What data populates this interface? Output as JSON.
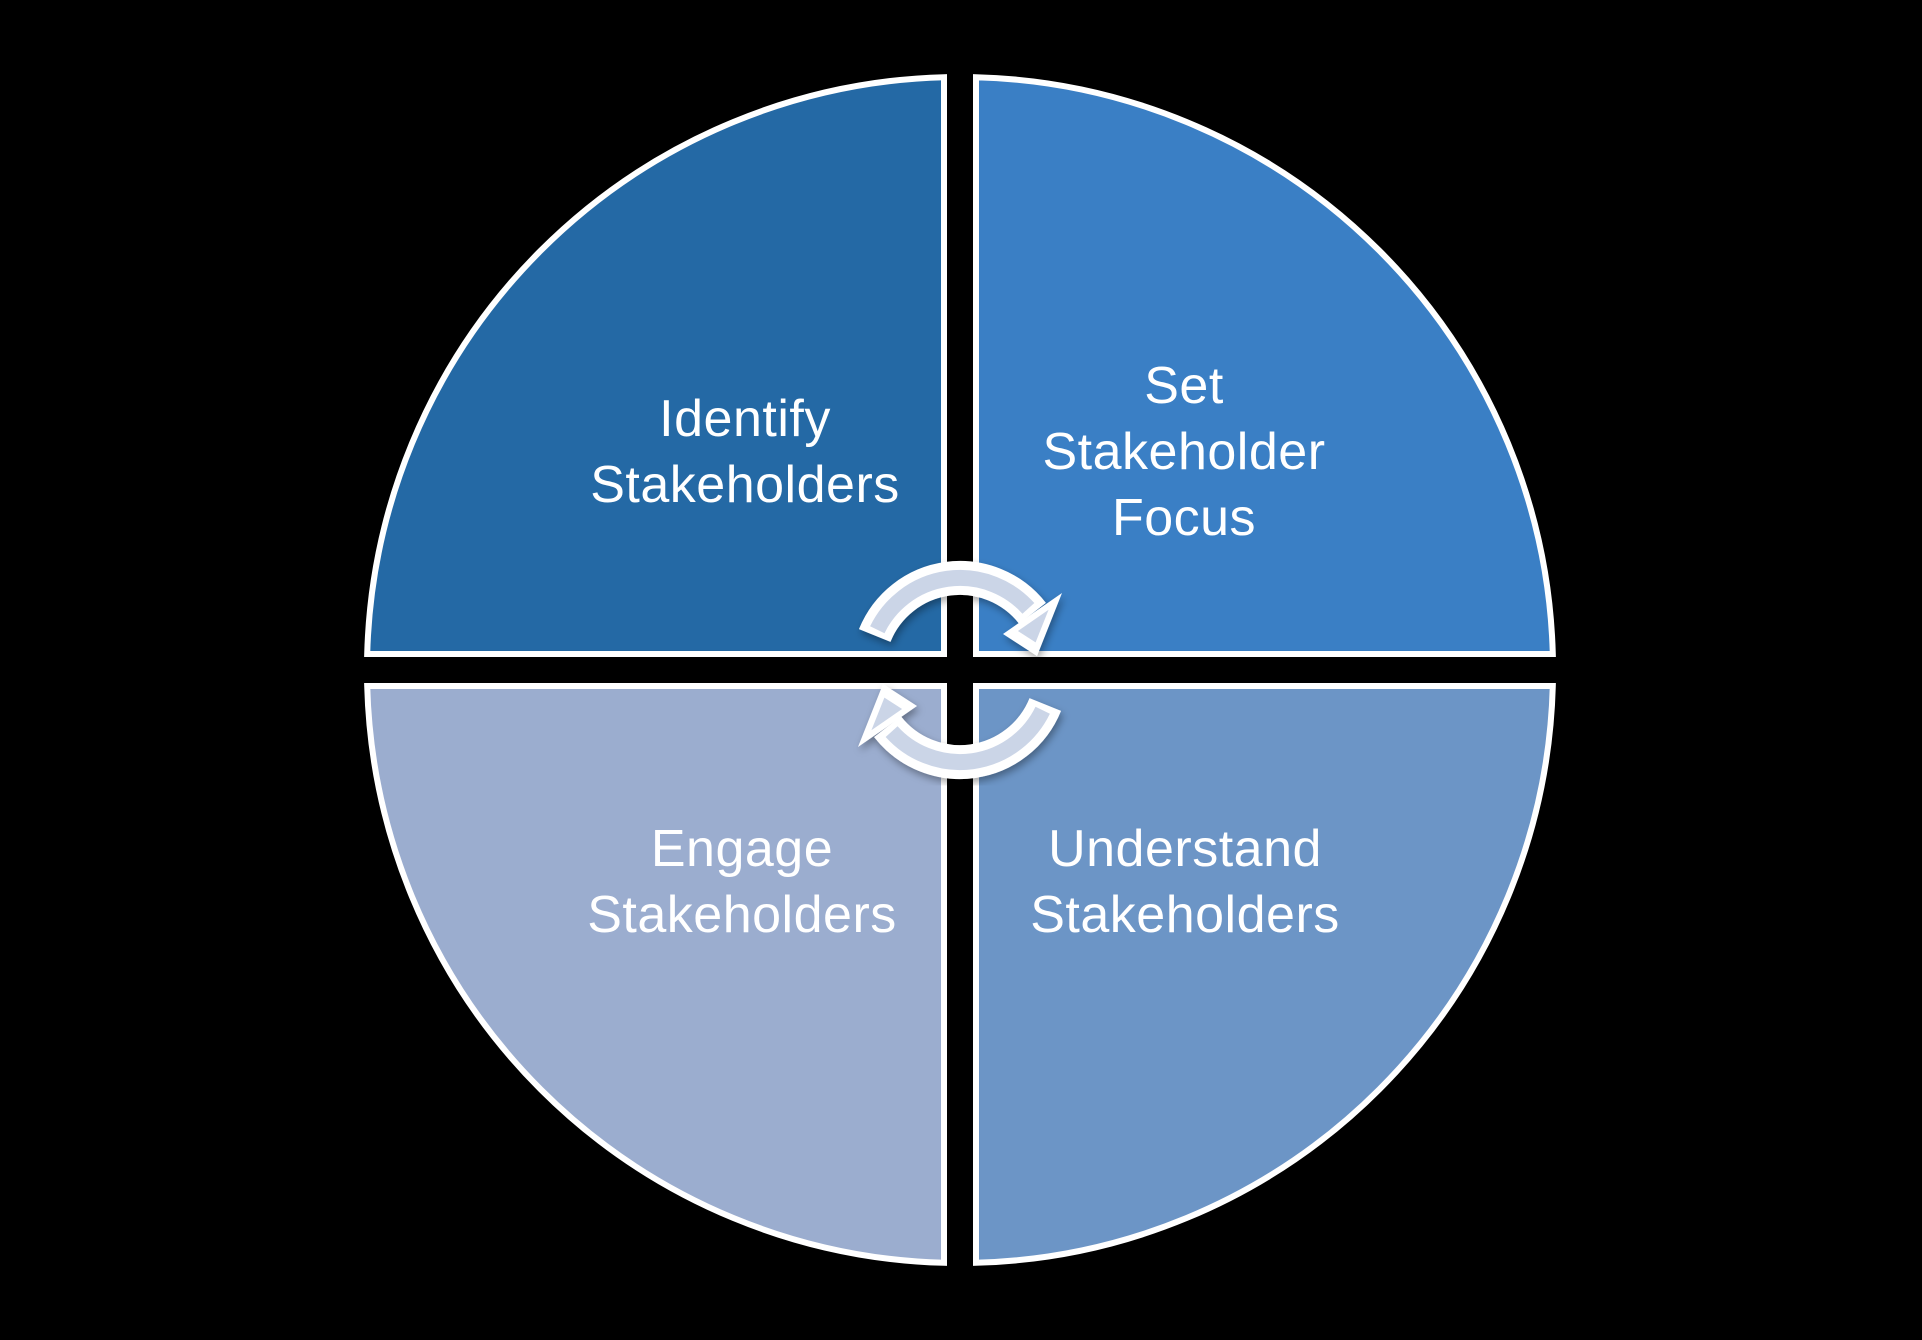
{
  "diagram": {
    "type": "cycle",
    "background_color": "#000000",
    "outline_color": "#FFFFFF",
    "text_color": "#FFFFFF",
    "direction": "clockwise"
  },
  "quadrants": [
    {
      "id": "identify-stakeholders",
      "position": "top-left",
      "label": "Identify\nStakeholders",
      "color": "#2469A5"
    },
    {
      "id": "set-stakeholder-focus",
      "position": "top-right",
      "label": "Set\nStakeholder\nFocus",
      "color": "#3A7FC5"
    },
    {
      "id": "understand-stakeholders",
      "position": "bottom-right",
      "label": "Understand\nStakeholders",
      "color": "#6C95C6"
    },
    {
      "id": "engage-stakeholders",
      "position": "bottom-left",
      "label": "Engage\nStakeholders",
      "color": "#9BADCF"
    }
  ],
  "arrows": {
    "fill_color": "#CBD5E7",
    "outline_color": "#FFFFFF",
    "top_arrow": "clockwise from Identify Stakeholders to Set Stakeholder Focus",
    "bottom_arrow": "clockwise from Understand Stakeholders to Engage Stakeholders"
  }
}
